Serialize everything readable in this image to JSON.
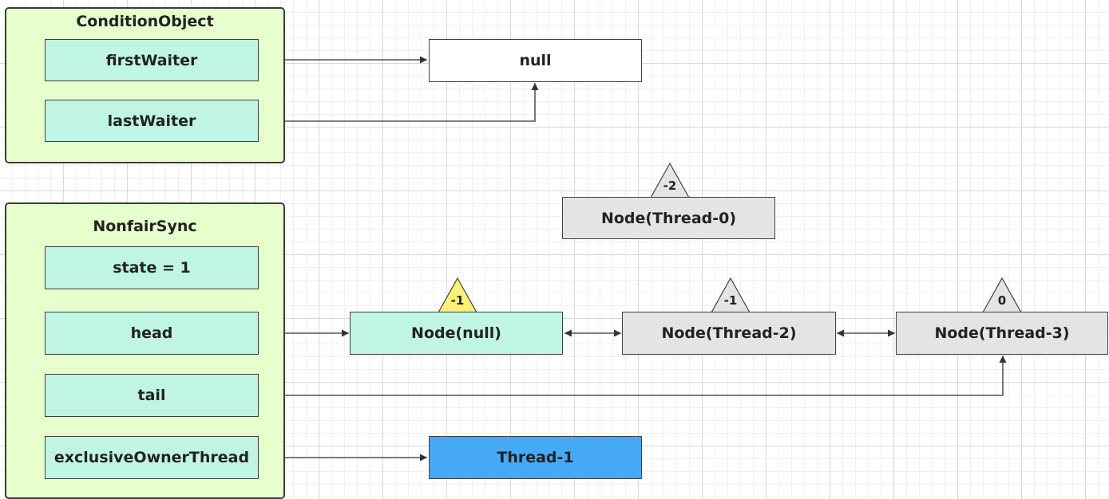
{
  "condition": {
    "title": "ConditionObject",
    "first_waiter": "firstWaiter",
    "last_waiter": "lastWaiter"
  },
  "null_box": "null",
  "sync": {
    "title": "NonfairSync",
    "state": "state = 1",
    "head": "head",
    "tail": "tail",
    "owner": "exclusiveOwnerThread"
  },
  "nodes": {
    "thread0": {
      "label": "Node(Thread-0)",
      "status": "-2"
    },
    "null_node": {
      "label": "Node(null)",
      "status": "-1"
    },
    "thread2": {
      "label": "Node(Thread-2)",
      "status": "-1"
    },
    "thread3": {
      "label": "Node(Thread-3)",
      "status": "0"
    }
  },
  "owner_thread": "Thread-1",
  "colors": {
    "group_bg": "#e6ffcc",
    "field_bg": "#c0f5e4",
    "node_gray": "#e4e4e4",
    "owner_blue": "#45a9f7",
    "status_yellow": "#fff176"
  }
}
